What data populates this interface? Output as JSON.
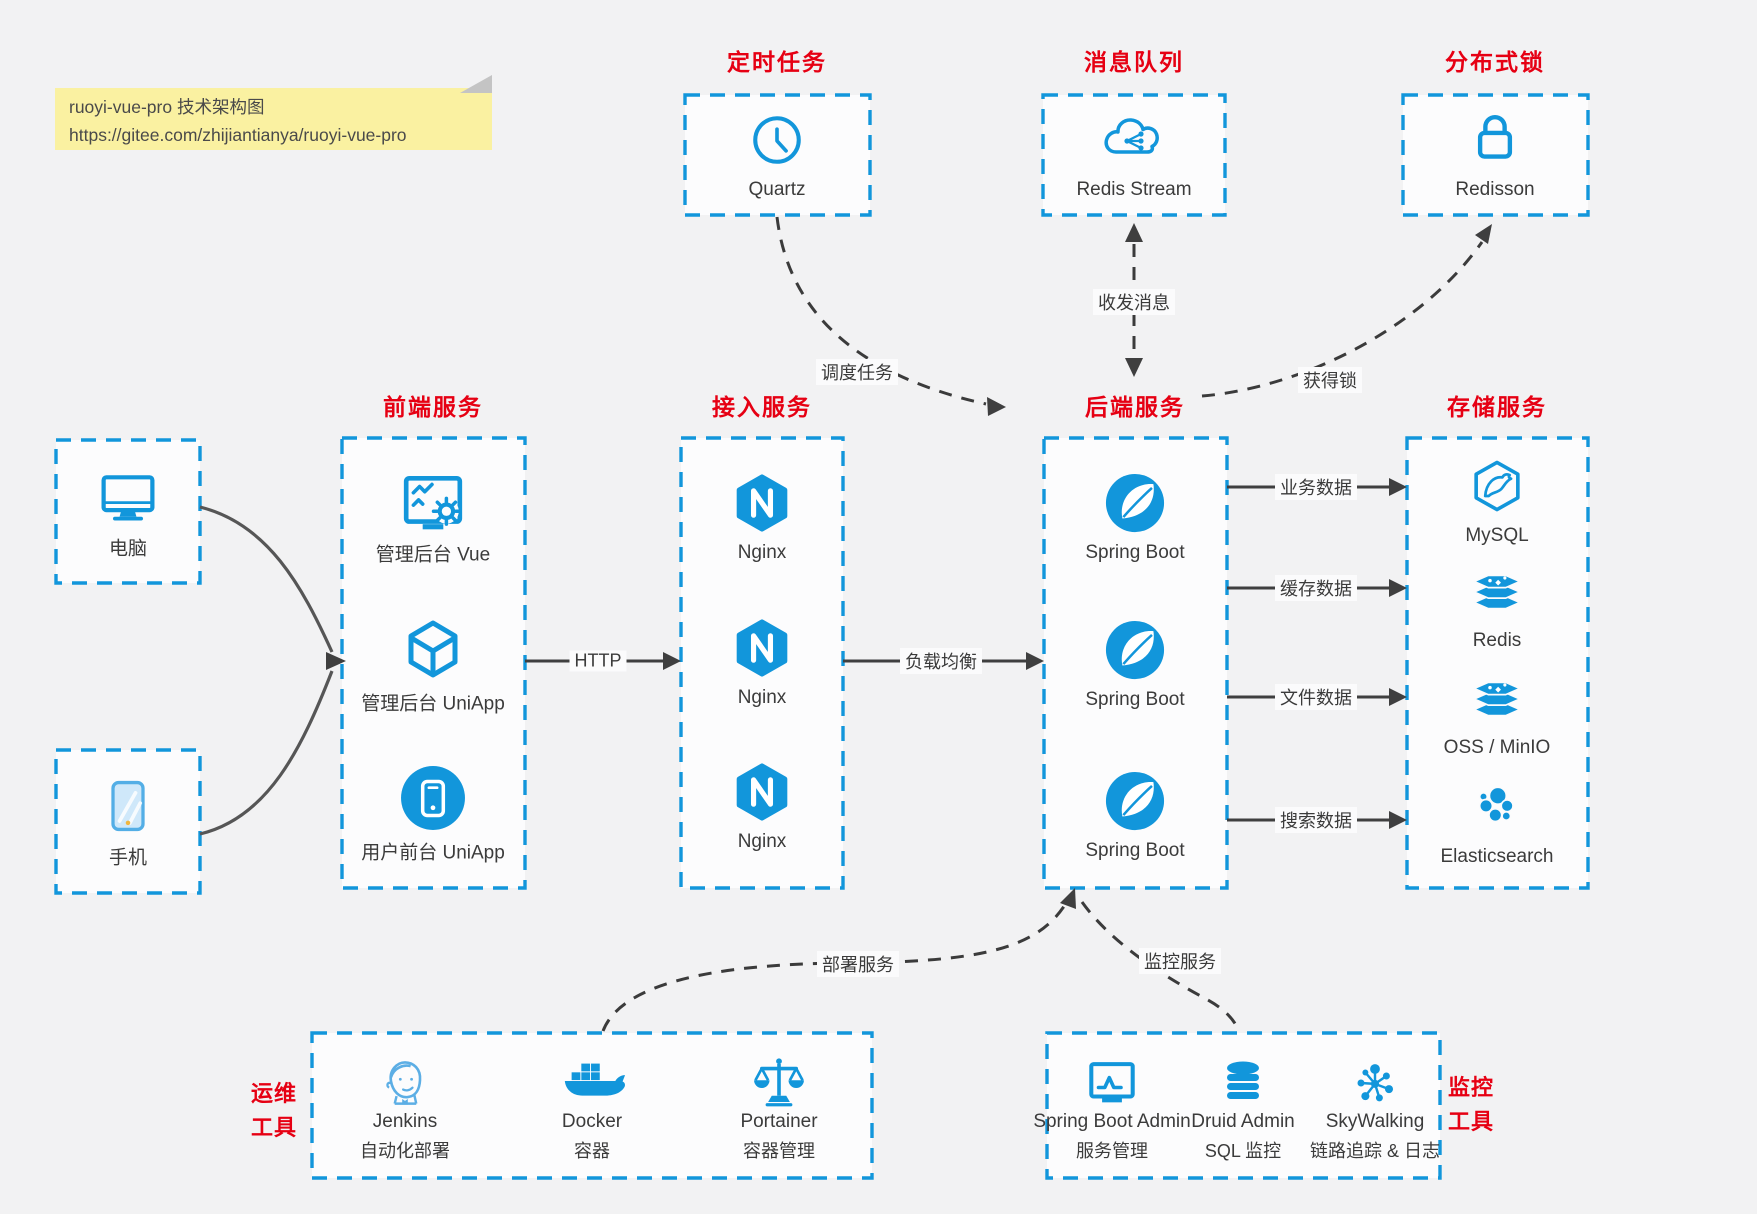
{
  "note": {
    "title": "ruoyi-vue-pro 技术架构图",
    "url": "https://gitee.com/zhijiantianya/ruoyi-vue-pro"
  },
  "palette": {
    "accent_blue": "#1296db",
    "accent_red": "#e60013",
    "line_dark": "#3b3b3b",
    "note_yellow": "#faf1a1",
    "background": "#f2f2f3"
  },
  "top_services": [
    {
      "title": "定时任务",
      "label": "Quartz",
      "icon": "clock-icon"
    },
    {
      "title": "消息队列",
      "label": "Redis Stream",
      "icon": "cloud-stream-icon"
    },
    {
      "title": "分布式锁",
      "label": "Redisson",
      "icon": "lock-icon"
    }
  ],
  "clients": [
    {
      "label": "电脑",
      "icon": "desktop-icon"
    },
    {
      "label": "手机",
      "icon": "phone-icon"
    }
  ],
  "columns": [
    {
      "title": "前端服务",
      "items": [
        {
          "label": "管理后台 Vue",
          "icon": "admin-vue-icon"
        },
        {
          "label": "管理后台 UniApp",
          "icon": "uniapp-cube-icon"
        },
        {
          "label": "用户前台 UniApp",
          "icon": "mobile-app-icon"
        }
      ]
    },
    {
      "title": "接入服务",
      "items": [
        {
          "label": "Nginx",
          "icon": "nginx-icon"
        },
        {
          "label": "Nginx",
          "icon": "nginx-icon"
        },
        {
          "label": "Nginx",
          "icon": "nginx-icon"
        }
      ]
    },
    {
      "title": "后端服务",
      "items": [
        {
          "label": "Spring Boot",
          "icon": "spring-leaf-icon"
        },
        {
          "label": "Spring Boot",
          "icon": "spring-leaf-icon"
        },
        {
          "label": "Spring Boot",
          "icon": "spring-leaf-icon"
        }
      ]
    },
    {
      "title": "存储服务",
      "items": [
        {
          "label": "MySQL",
          "icon": "mysql-dolphin-icon"
        },
        {
          "label": "Redis",
          "icon": "redis-stack-icon"
        },
        {
          "label": "OSS / MinIO",
          "icon": "redis-stack-icon"
        },
        {
          "label": "Elasticsearch",
          "icon": "elasticsearch-icon"
        }
      ]
    }
  ],
  "tool_groups": [
    {
      "side_label_line1": "运维",
      "side_label_line2": "工具",
      "items": [
        {
          "name": "Jenkins",
          "desc": "自动化部署",
          "icon": "jenkins-icon"
        },
        {
          "name": "Docker",
          "desc": "容器",
          "icon": "docker-icon"
        },
        {
          "name": "Portainer",
          "desc": "容器管理",
          "icon": "portainer-scales-icon"
        }
      ]
    },
    {
      "side_label_line1": "监控",
      "side_label_line2": "工具",
      "items": [
        {
          "name": "Spring Boot Admin",
          "desc": "服务管理",
          "icon": "admin-monitor-icon"
        },
        {
          "name": "Druid Admin",
          "desc": "SQL 监控",
          "icon": "database-icon"
        },
        {
          "name": "SkyWalking",
          "desc": "链路追踪 & 日志",
          "icon": "topology-icon"
        }
      ]
    }
  ],
  "edge_labels": {
    "http": "HTTP",
    "load_balance": "负载均衡",
    "business_data": "业务数据",
    "cache_data": "缓存数据",
    "file_data": "文件数据",
    "search_data": "搜索数据",
    "schedule": "调度任务",
    "message": "收发消息",
    "lock": "获得锁",
    "deploy": "部署服务",
    "monitor": "监控服务"
  }
}
